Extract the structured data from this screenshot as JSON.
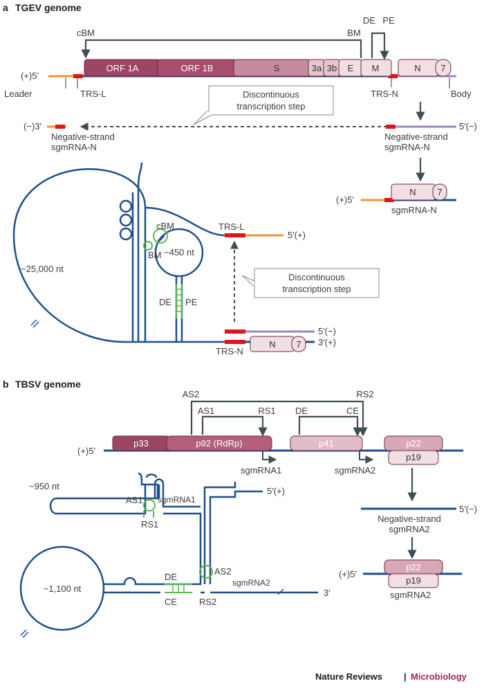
{
  "colors": {
    "rna": "#1f4e8c",
    "leader": "#f0913b",
    "trs": "#e0161b",
    "body": "#9b84c4",
    "stem": "#5bb551",
    "arrow": "#3f4d56",
    "gene_dark": "#9b4664",
    "gene_light": "#f2dfe4",
    "gene_mid": "#d9a8b8",
    "brand": "#a3245a"
  },
  "panel_a": {
    "letter": "a",
    "title": "TGEV genome",
    "labels": {
      "cbm": "cBM",
      "bm": "BM",
      "de": "DE",
      "pe": "PE",
      "plus5": "(+)5′",
      "leader": "Leader",
      "trs_l": "TRS-L",
      "trs_n": "TRS-N",
      "body": "Body",
      "minus3": "(−)3′",
      "neg_sg_left_1": "Negative-strand",
      "neg_sg_left_2": "sgmRNA-N",
      "minus5": "5′(−)",
      "neg_sg_right_1": "Negative-strand",
      "neg_sg_right_2": "sgmRNA-N",
      "plus5_sg": "(+)5′",
      "sgmrna_n": "sgmRNA-N"
    },
    "genes": [
      "ORF 1A",
      "ORF 1B",
      "S",
      "3a",
      "3b",
      "E",
      "M",
      "N",
      "7"
    ],
    "box_top": [
      "Discontinuous",
      "transcription step"
    ],
    "loop": {
      "nt_large": "~25,000 nt",
      "nt_small": "~450 nt",
      "cbm": "cBM",
      "bm": "BM",
      "de": "DE",
      "pe": "PE",
      "trs_l": "TRS-L",
      "five_plus": "5′(+)",
      "five_minus": "5′(−)",
      "three_plus": "3′(+)",
      "trs_n": "TRS-N",
      "n": "N",
      "seven": "7",
      "box": [
        "Discontinuous",
        "transcription step"
      ]
    },
    "sg_genes": [
      "N",
      "7"
    ]
  },
  "panel_b": {
    "letter": "b",
    "title": "TBSV genome",
    "labels": {
      "as2": "AS2",
      "rs2": "RS2",
      "as1": "AS1",
      "rs1": "RS1",
      "de": "DE",
      "ce": "CE",
      "plus5": "(+)5′",
      "sgmrna1": "sgmRNA1",
      "sgmrna2": "sgmRNA2",
      "minus5": "5′(−)",
      "neg_1": "Negative-strand",
      "neg_2": "sgmRNA2",
      "plus5_sg": "(+)5′",
      "sg_bottom": "sgmRNA2"
    },
    "genes": [
      "p33",
      "p92 (RdRp)",
      "p41",
      "p22",
      "p19"
    ],
    "sg_genes": [
      "p22",
      "p19"
    ],
    "structure": {
      "nt_950": "~950 nt",
      "as1": "AS1",
      "sgmrna1": "sgmRNA1",
      "rs1": "RS1",
      "five_plus": "5′(+)",
      "nt_1100": "~1,100 nt",
      "de": "DE",
      "ce": "CE",
      "as2": "AS2",
      "sgmrna2": "sgmRNA2",
      "rs2": "RS2",
      "three": "3′"
    }
  },
  "footer": {
    "journal": "Nature Reviews",
    "separator": "|",
    "section": "Microbiology"
  }
}
